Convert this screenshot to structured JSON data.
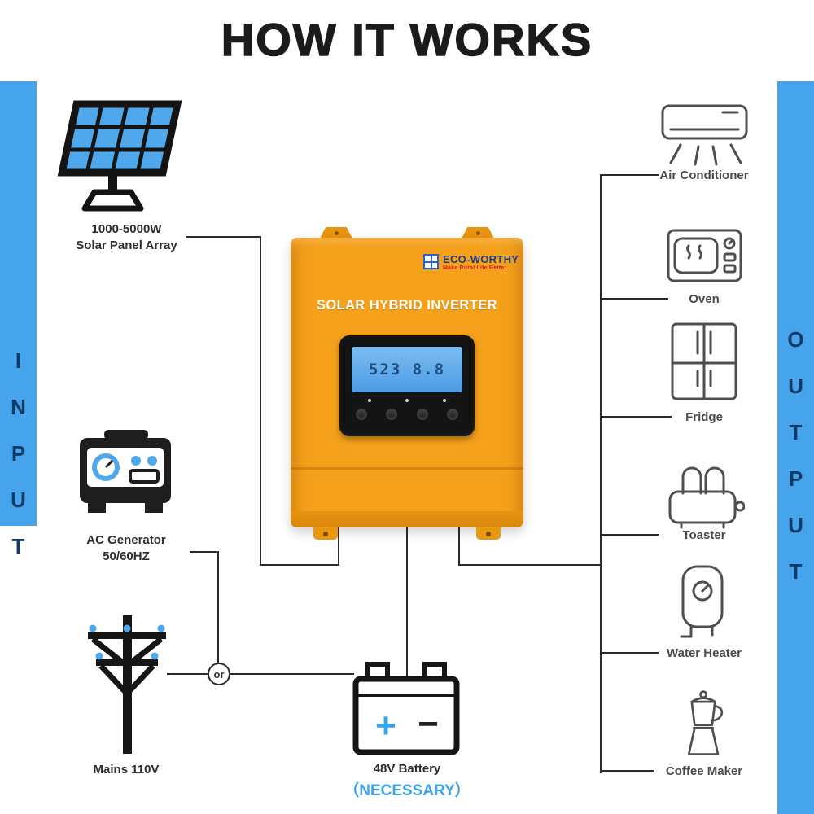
{
  "title": "HOW IT WORKS",
  "bars": {
    "input": {
      "letters": [
        "I",
        "N",
        "P",
        "U",
        "T"
      ],
      "color": "#45A4EC"
    },
    "output": {
      "letters": [
        "O",
        "U",
        "T",
        "P",
        "U",
        "T"
      ],
      "color": "#45A4EC"
    }
  },
  "inputs": {
    "solar_panel": {
      "line1": "1000-5000W",
      "line2": "Solar Panel Array",
      "icon": "solar-panel-icon"
    },
    "ac_generator": {
      "line1": "AC Generator",
      "line2": "50/60HZ",
      "icon": "generator-icon"
    },
    "mains": {
      "label": "Mains 110V",
      "icon": "power-pole-icon"
    },
    "or_connector": "or"
  },
  "inverter": {
    "brand": "ECO-WORTHY",
    "tagline": "Make Rural Life Better",
    "product_name": "SOLAR HYBRID INVERTER",
    "lcd_text": "523 8.8",
    "body_color": "#F6A11B"
  },
  "battery": {
    "label": "48V Battery",
    "note": "（NECESSARY）",
    "plus": "+",
    "minus": "−",
    "note_color": "#3BA3EA",
    "icon": "battery-icon"
  },
  "outputs": [
    {
      "label": "Air Conditioner",
      "icon": "air-conditioner-icon"
    },
    {
      "label": "Oven",
      "icon": "oven-icon"
    },
    {
      "label": "Fridge",
      "icon": "fridge-icon"
    },
    {
      "label": "Toaster",
      "icon": "toaster-icon"
    },
    {
      "label": "Water Heater",
      "icon": "water-heater-icon"
    },
    {
      "label": "Coffee Maker",
      "icon": "coffee-maker-icon"
    }
  ]
}
